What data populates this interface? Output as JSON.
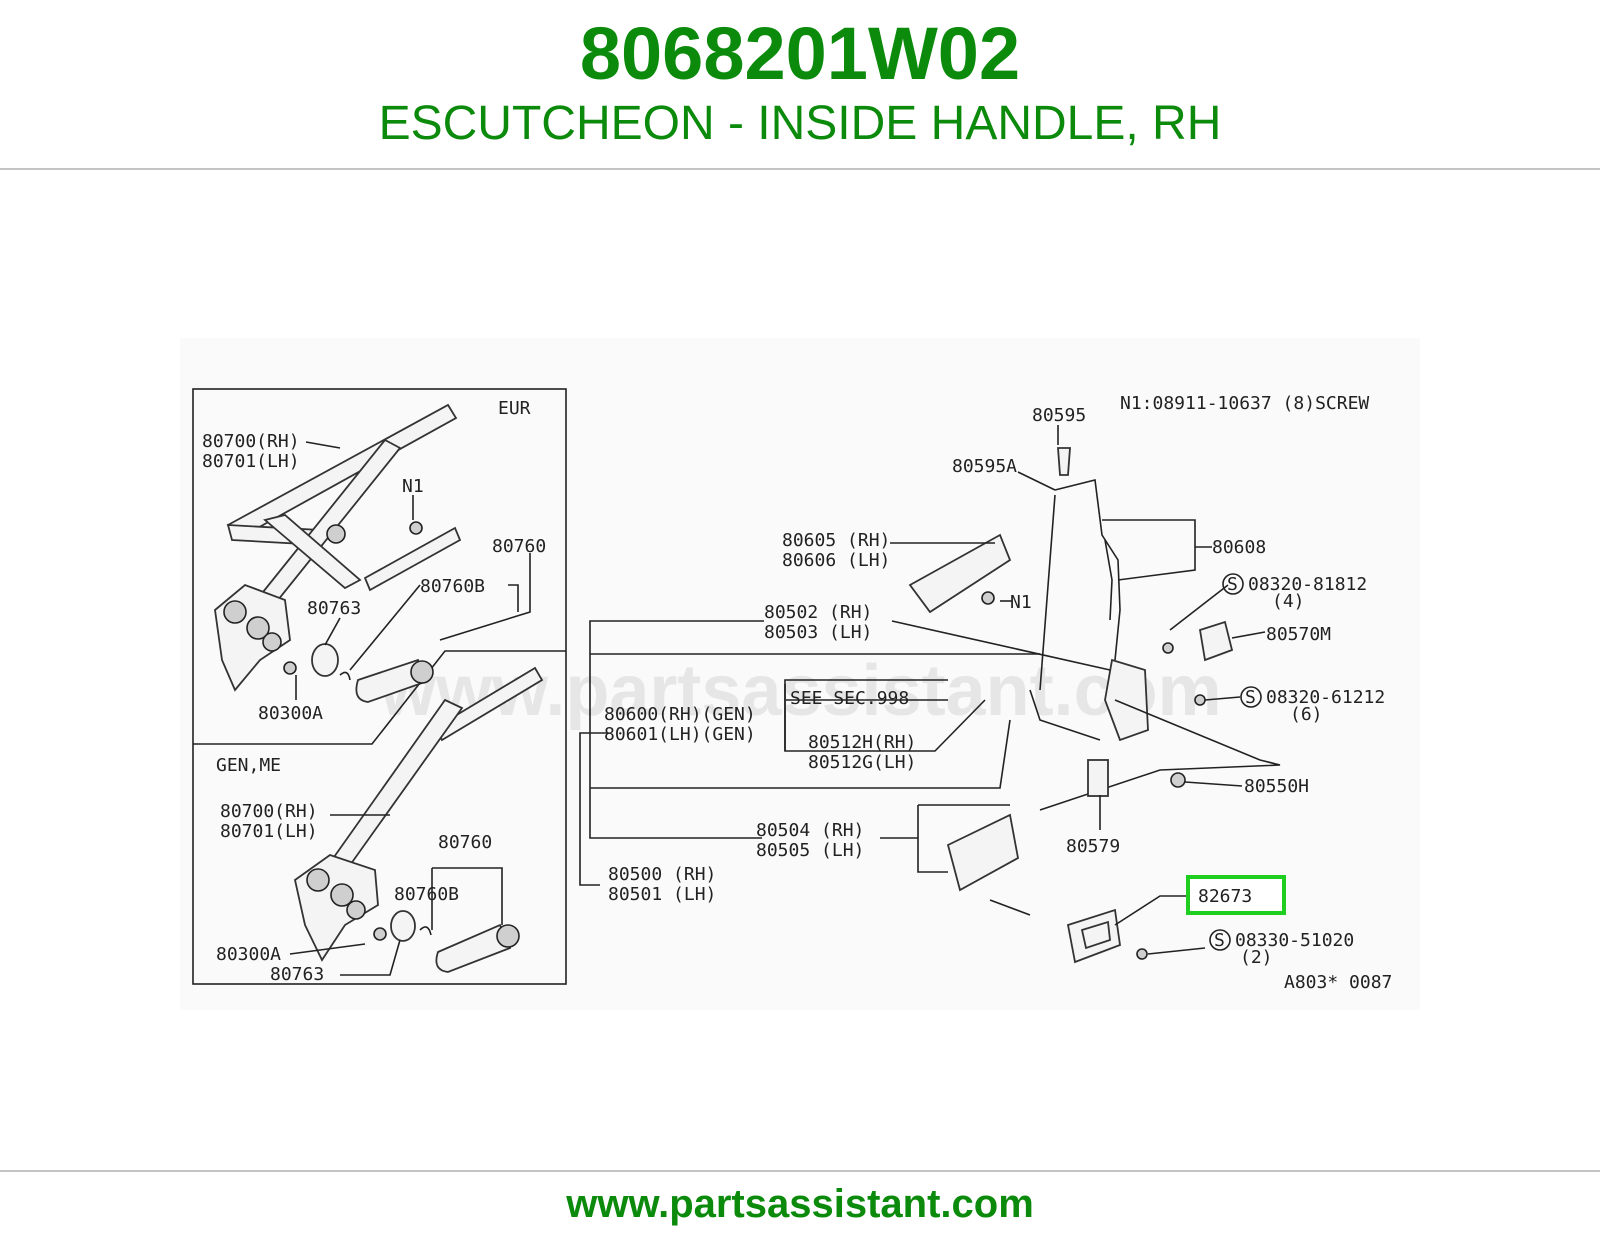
{
  "header": {
    "part_number": "8068201W02",
    "part_name": "ESCUTCHEON - INSIDE HANDLE, RH"
  },
  "diagram": {
    "watermark": "www.partsassistant.com",
    "inset_top": {
      "region_label": "EUR",
      "labels": {
        "l80700": "80700(RH)",
        "l80701": "80701(LH)",
        "n1": "N1",
        "l80760": "80760",
        "l80763": "80763",
        "l80760b": "80760B",
        "l80300a": "80300A"
      }
    },
    "inset_bottom": {
      "region_label": "GEN,ME",
      "labels": {
        "l80700": "80700(RH)",
        "l80701": "80701(LH)",
        "l80760": "80760",
        "l80760b": "80760B",
        "l80300a": "80300A",
        "l80763": "80763"
      }
    },
    "main": {
      "note": "N1:08911-10637 (8)SCREW",
      "labels": {
        "l80595": "80595",
        "l80595a": "80595A",
        "l80605": "80605 (RH)",
        "l80606": "80606 (LH)",
        "l80608": "80608",
        "n1": "N1",
        "s1": "08320-81812",
        "s1q": "(4)",
        "l80570m": "80570M",
        "l80502": "80502 (RH)",
        "l80503": "80503 (LH)",
        "see": "SEE SEC.998",
        "s2": "08320-61212",
        "s2q": "(6)",
        "l80600": "80600(RH)(GEN)",
        "l80601": "80601(LH)(GEN)",
        "l80512h": "80512H(RH)",
        "l80512g": "80512G(LH)",
        "l80550h": "80550H",
        "l80504": "80504 (RH)",
        "l80505": "80505 (LH)",
        "l80579": "80579",
        "l80500": "80500 (RH)",
        "l80501": "80501 (LH)",
        "highlighted": "82673",
        "s3": "08330-51020",
        "s3q": "(2)",
        "ref": "A803* 0087"
      }
    },
    "highlight_color": "#1fcf1f"
  },
  "footer": {
    "url": "www.partsassistant.com"
  }
}
